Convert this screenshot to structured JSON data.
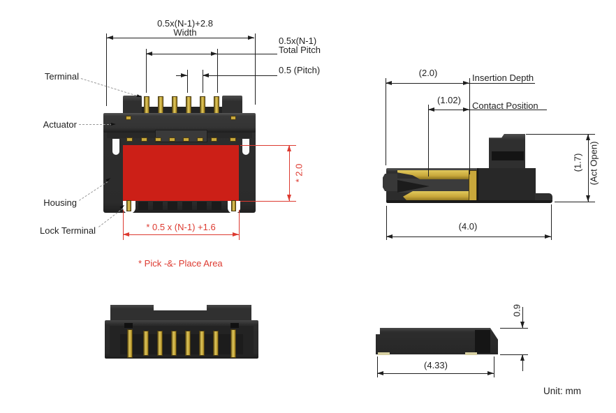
{
  "colors": {
    "line": "#1f1f1f",
    "leader": "#9a9a9a",
    "red_dim": "#dd3a30",
    "red_fill": "#cc1f17",
    "gold": "#c9a83b",
    "body": "#2e2e2e"
  },
  "front_view": {
    "labels": {
      "terminal": "Terminal",
      "actuator": "Actuator",
      "housing": "Housing",
      "lock_terminal": "Lock Terminal"
    },
    "dims": {
      "width_formula": "0.5x(N-1)+2.8",
      "width_label": "Width",
      "total_pitch_formula": "0.5x(N-1)",
      "total_pitch_label": "Total Pitch",
      "pitch": "0.5 (Pitch)",
      "pp_height": "* 2.0",
      "pp_width": "* 0.5 x (N-1) +1.6",
      "pp_note": "* Pick -&- Place Area"
    }
  },
  "side_view": {
    "dims": {
      "insertion_value": "(2.0)",
      "insertion_label": "Insertion Depth",
      "contact_value": "(1.02)",
      "contact_label": "Contact Position",
      "depth": "(4.0)",
      "height_value": "(1.7)",
      "height_label": "(Act Open)"
    }
  },
  "bottom_side_view": {
    "dims": {
      "length": "(4.33)",
      "height": "0.9"
    }
  },
  "footer": {
    "unit_note": "Unit: mm"
  }
}
